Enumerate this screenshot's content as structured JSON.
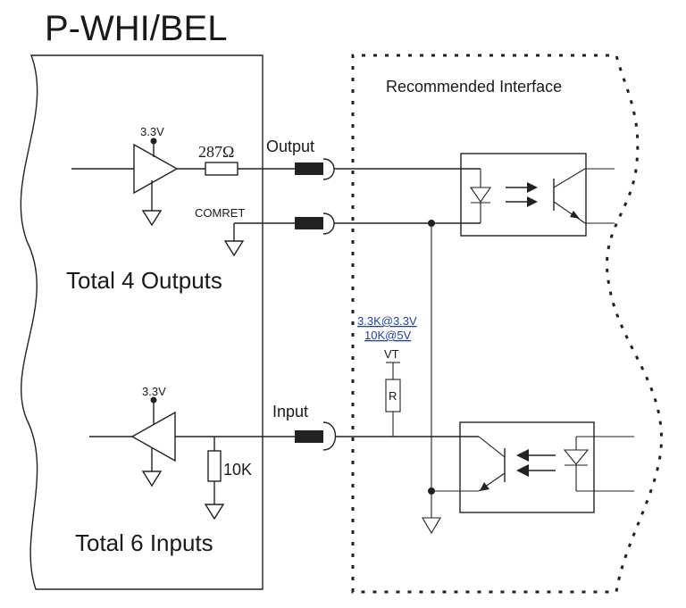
{
  "title": "P-WHI/BEL",
  "interface_label": "Recommended Interface",
  "outputs": {
    "supply_label": "3.3V",
    "resistor_label": "287Ω",
    "output_label": "Output",
    "comret_label": "COMRET",
    "total_label": "Total 4 Outputs"
  },
  "pullup": {
    "link_line1": "3.3K@3.3V",
    "link_line2": "10K@5V",
    "vt_label": "VT",
    "r_label": "R"
  },
  "inputs": {
    "supply_label": "3.3V",
    "input_label": "Input",
    "resistor_label": "10K",
    "total_label": "Total 6 Inputs"
  },
  "colors": {
    "link": "#1d3fb3",
    "wire": "#222222"
  }
}
